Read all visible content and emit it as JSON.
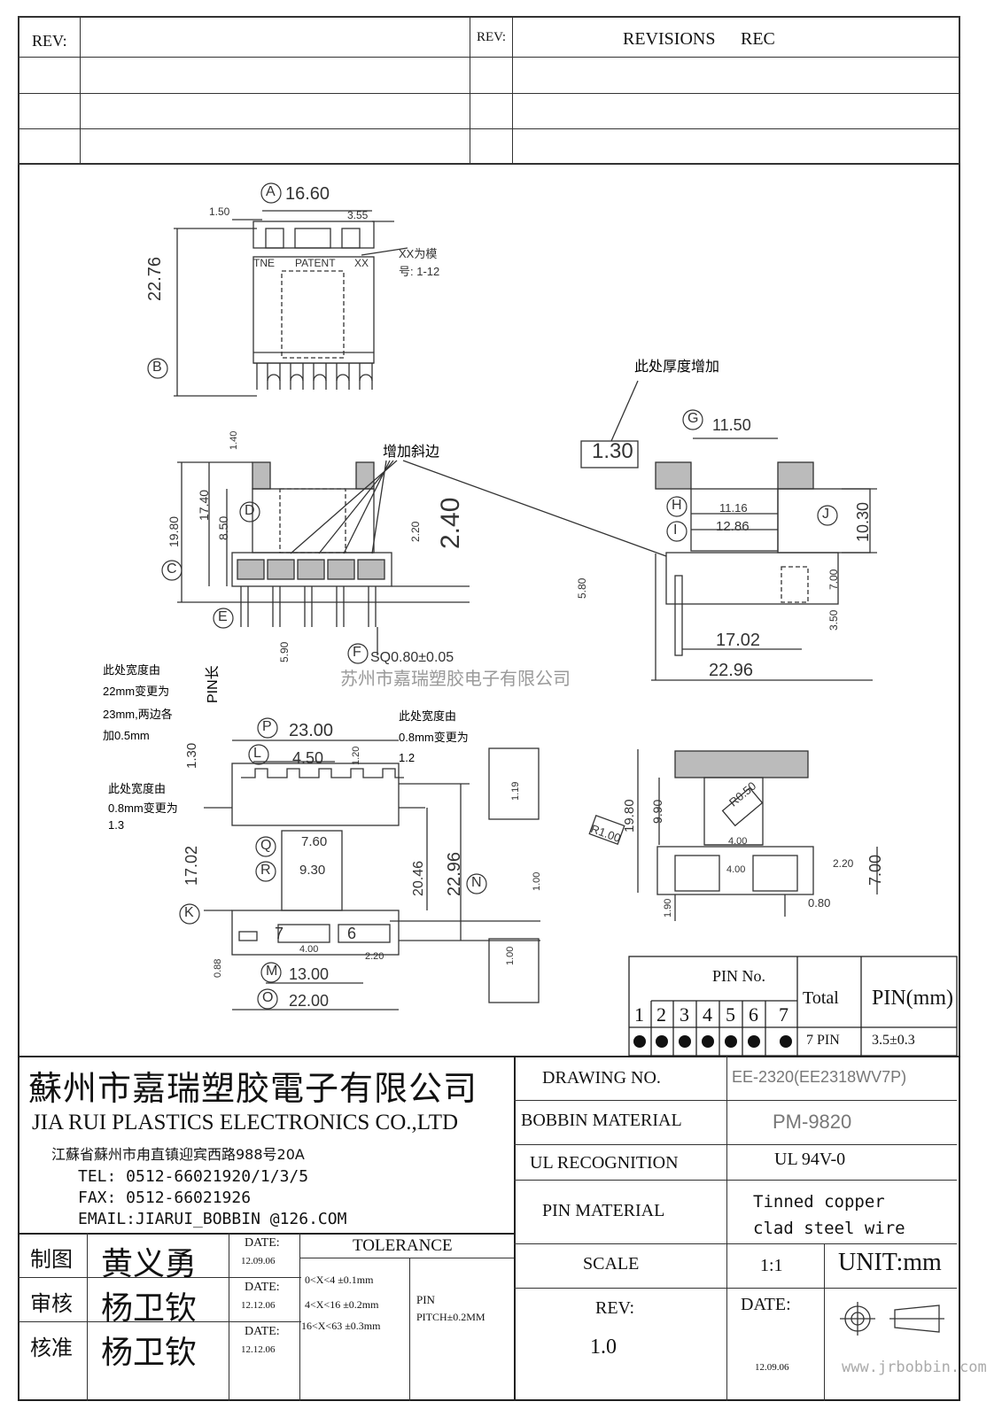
{
  "revision_block": {
    "rev_label_left": "REV:",
    "rev_label_right": "REV:",
    "revisions_label": "REVISIONS",
    "rec_label": "REC"
  },
  "drawing": {
    "top_view": {
      "A_label": "A",
      "dim_A": "16.60",
      "dim_150": "1.50",
      "dim_355": "3.55",
      "marking_left": "TNE",
      "marking_center": "PATENT",
      "marking_right": "XX",
      "note_xx": "XX为模",
      "note_xx_2": "号: 1-12",
      "B_label": "B",
      "dim_B": "22.76"
    },
    "side_view": {
      "note_bevel": "增加斜边",
      "dim_140": "1.40",
      "dim_1980": "19.80",
      "dim_1740": "17.40",
      "dim_850": "8.50",
      "dim_220": "2.20",
      "dim_240": "2.40",
      "dim_590": "5.90",
      "C_label": "C",
      "D_label": "D",
      "E_label": "E",
      "F_label": "F",
      "pin_length": "PIN长",
      "sq": "SQ0.80±0.05"
    },
    "end_view": {
      "note_thickness": "此处厚度增加",
      "dim_130": "1.30",
      "G_label": "G",
      "dim_G": "11.50",
      "H_label": "H",
      "dim_H": "11.16",
      "I_label": "I",
      "dim_I": "12.86",
      "J_label": "J",
      "dim_J": "10.30",
      "dim_580": "5.80",
      "dim_700": "7.00",
      "dim_350": "3.50",
      "dim_1702": "17.02",
      "dim_2296": "22.96"
    },
    "bottom_view": {
      "note_width_1": "此处宽度由",
      "note_width_1b": "22mm变更为",
      "note_width_1c": "23mm,两边各",
      "note_width_1d": "加0.5mm",
      "note_width_2": "此处宽度由",
      "note_width_2b": "0.8mm变更为",
      "note_width_2c": "1.2",
      "note_width_3": "此处宽度由",
      "note_width_3b": "0.8mm变更为",
      "note_width_3c": "1.3",
      "P_label": "P",
      "dim_P": "23.00",
      "L_label": "L",
      "dim_L": "4.50",
      "dim_130": "1.30",
      "dim_120": "1.20",
      "dim_119": "1.19",
      "Q_label": "Q",
      "dim_Q": "7.60",
      "R_label": "R",
      "dim_R": "9.30",
      "dim_1702": "17.02",
      "dim_2046": "20.46",
      "dim_2296": "22.96",
      "N_label": "N",
      "dim_100a": "1.00",
      "K_label": "K",
      "pin7": "7",
      "pin6": "6",
      "dim_400": "4.00",
      "dim_220": "2.20",
      "dim_088": "0.88",
      "dim_100b": "1.00",
      "M_label": "M",
      "dim_M": "13.00",
      "O_label": "O",
      "dim_O": "22.00"
    },
    "detail_view": {
      "dim_1980": "19.80",
      "dim_990": "9.90",
      "dim_r050": "R0.50",
      "dim_r100": "R1.00",
      "dim_400a": "4.00",
      "dim_400b": "4.00",
      "dim_220": "2.20",
      "dim_700": "7.00",
      "dim_190": "1.90",
      "dim_080": "0.80"
    },
    "watermark_company": "苏州市嘉瑞塑胶电子有限公司",
    "watermark_url": "www.jrbobbin.com"
  },
  "pin_table": {
    "pin_no_label": "PIN No.",
    "pins": [
      "1",
      "2",
      "3",
      "4",
      "5",
      "6",
      "7"
    ],
    "total_label": "Total",
    "pin_mm_label": "PIN(mm)",
    "total_value": "7 PIN",
    "pin_mm_value": "3.5±0.3"
  },
  "title_block": {
    "company_cn": "蘇州市嘉瑞塑胶電子有限公司",
    "company_en": "JIA RUI PLASTICS ELECTRONICS CO.,LTD",
    "address": "江蘇省蘇州市甪直镇迎宾西路988号20A",
    "tel": "TEL: 0512-66021920/1/3/5",
    "fax": "FAX: 0512-66021926",
    "email": "EMAIL:JIARUI_BOBBIN @126.COM",
    "drawing_no_label": "DRAWING  NO.",
    "drawing_no_value": "EE-2320(EE2318WV7P)",
    "bobbin_material_label": "BOBBIN  MATERIAL",
    "bobbin_material_value": "PM-9820",
    "ul_label": "UL RECOGNITION",
    "ul_value": "UL 94V-0",
    "pin_material_label": "PIN MATERIAL",
    "pin_material_value_1": "Tinned copper",
    "pin_material_value_2": "clad steel wire",
    "scale_label": "SCALE",
    "scale_value": "1:1",
    "unit_label": "UNIT:mm",
    "rev_label": "REV:",
    "rev_value": "1.0",
    "date_label": "DATE:",
    "date_value": "12.09.06",
    "signatures": [
      {
        "role": "制图",
        "name": "黄义勇",
        "date_label": "DATE:",
        "date": "12.09.06"
      },
      {
        "role": "审核",
        "name": "杨卫钦",
        "date_label": "DATE:",
        "date": "12.12.06"
      },
      {
        "role": "核准",
        "name": "杨卫钦",
        "date_label": "DATE:",
        "date": "12.12.06"
      }
    ],
    "tolerance_label": "TOLERANCE",
    "tolerances": [
      "0<X<4  ±0.1mm",
      "4<X<16 ±0.2mm",
      "16<X<63 ±0.3mm"
    ],
    "pin_pitch_1": "PIN",
    "pin_pitch_2": "PITCH±0.2MM"
  }
}
